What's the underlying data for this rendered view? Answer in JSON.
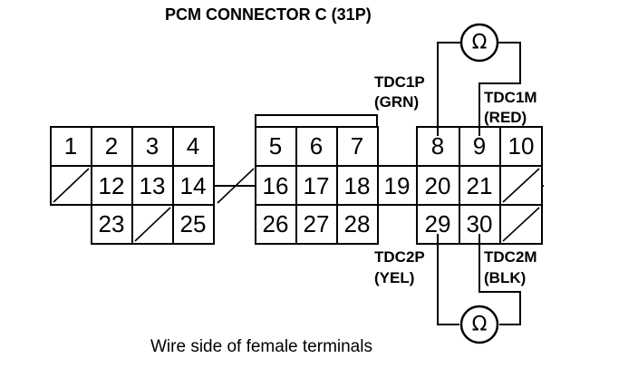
{
  "title": "PCM CONNECTOR C (31P)",
  "caption": "Wire side of female terminals",
  "terminals": {
    "t1": "1",
    "t2": "2",
    "t3": "3",
    "t4": "4",
    "t5": "5",
    "t6": "6",
    "t7": "7",
    "t8": "8",
    "t9": "9",
    "t10": "10",
    "t12": "12",
    "t13": "13",
    "t14": "14",
    "t16": "16",
    "t17": "17",
    "t18": "18",
    "t19": "19",
    "t20": "20",
    "t21": "21",
    "t23": "23",
    "t25": "25",
    "t26": "26",
    "t27": "27",
    "t28": "28",
    "t29": "29",
    "t30": "30"
  },
  "probes": {
    "tdc1p": {
      "name": "TDC1P",
      "color": "(GRN)"
    },
    "tdc1m": {
      "name": "TDC1M",
      "color": "(RED)"
    },
    "tdc2p": {
      "name": "TDC2P",
      "color": "(YEL)"
    },
    "tdc2m": {
      "name": "TDC2M",
      "color": "(BLK)"
    }
  },
  "meter_symbol": "Ω",
  "icons": {
    "meter": "ohmmeter-icon"
  }
}
